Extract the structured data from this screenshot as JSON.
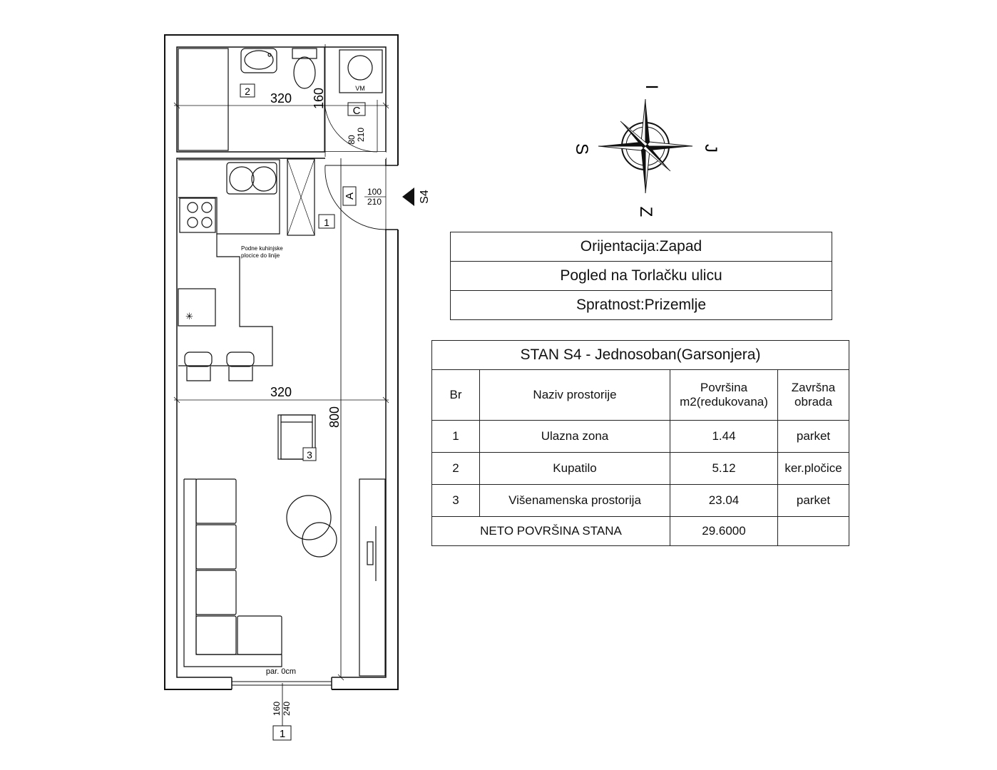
{
  "compass": {
    "north": "I",
    "south": "Z",
    "west": "S",
    "east": "J"
  },
  "orientation_table": [
    "Orijentacija:Zapad",
    "Pogled na Torlačku ulicu",
    "Spratnost:Prizemlje"
  ],
  "rooms_table": {
    "title": "STAN S4 - Jednosoban(Garsonjera)",
    "headers": {
      "br": "Br",
      "name": "Naziv prostorije",
      "area_line1": "Površina",
      "area_line2": "m2(redukovana)",
      "finish_line1": "Završna",
      "finish_line2": "obrada"
    },
    "rows": [
      {
        "br": "1",
        "name": "Ulazna zona",
        "area": "1.44",
        "finish": "parket"
      },
      {
        "br": "2",
        "name": "Kupatilo",
        "area": "5.12",
        "finish": "ker.pločice"
      },
      {
        "br": "3",
        "name": "Višenamenska prostorija",
        "area": "23.04",
        "finish": "parket"
      }
    ],
    "total_label": "NETO POVRŠINA STANA",
    "total_value": "29.6000",
    "total_finish": ""
  },
  "plan": {
    "bathroom_width": "320",
    "bathroom_depth": "160",
    "living_width": "320",
    "apartment_length": "800",
    "bath_door_label": "C",
    "bath_door_w": "80",
    "bath_door_h": "210",
    "entry_door_label": "A",
    "entry_door_w": "100",
    "entry_door_h": "210",
    "unit_marker": "S4",
    "washer_label": "VM",
    "kitchen_note_line1": "Podne kuhinjske",
    "kitchen_note_line2": "plocice do linije",
    "room_tag_1": "1",
    "room_tag_2": "2",
    "room_tag_3": "3",
    "window_sill": "par. 0cm",
    "window_w": "160",
    "window_h": "240",
    "window_tag": "1"
  }
}
